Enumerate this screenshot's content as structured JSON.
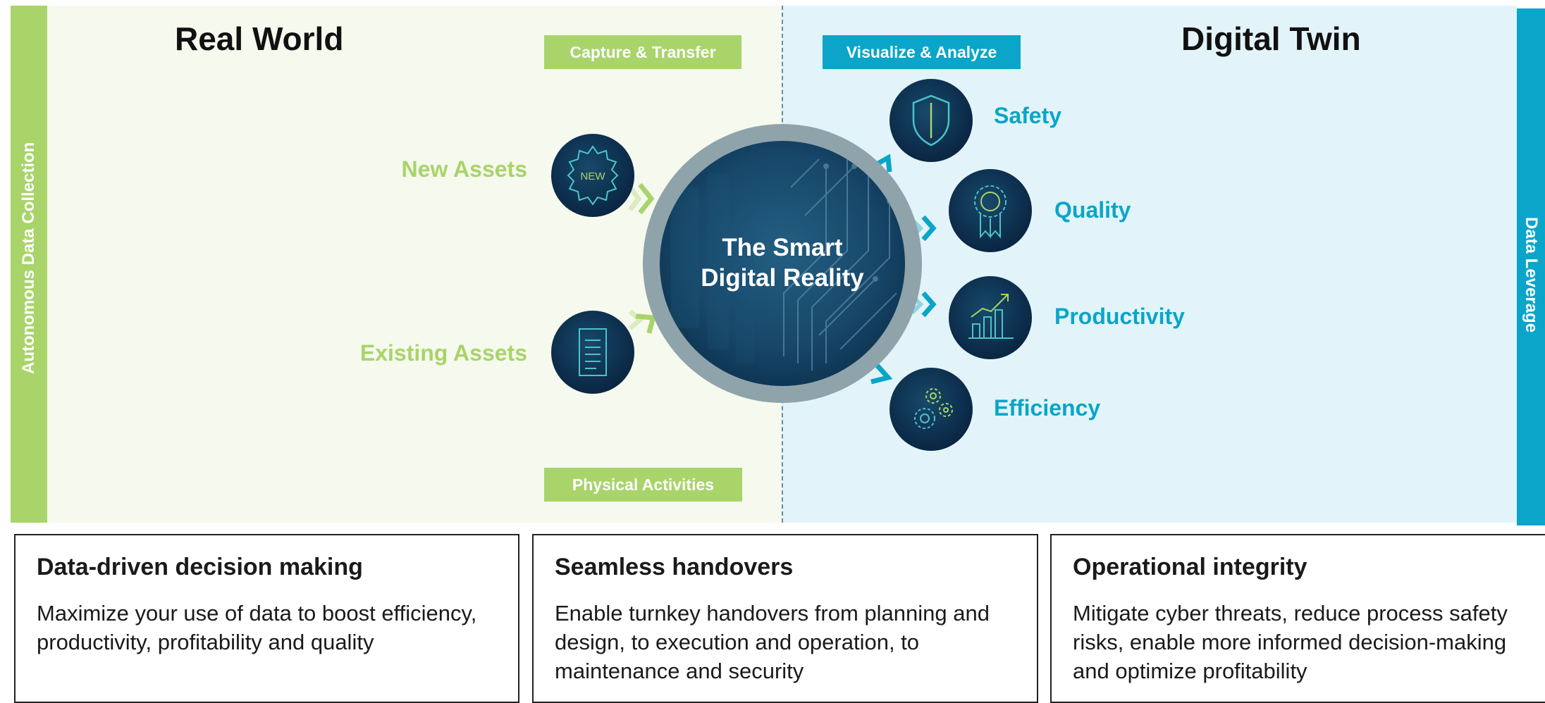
{
  "diagram": {
    "left_side_title": "Real World",
    "right_side_title": "Digital Twin",
    "left_vertical_label": "Autonomous Data Collection",
    "right_vertical_label": "Data Leverage",
    "tags": {
      "capture": "Capture & Transfer",
      "visualize": "Visualize & Analyze",
      "physical": "Physical Activities"
    },
    "center": {
      "line1": "The Smart",
      "line2": "Digital Reality"
    },
    "inputs": [
      {
        "label": "New Assets",
        "icon": "new-badge-icon",
        "icon_text": "NEW"
      },
      {
        "label": "Existing Assets",
        "icon": "document-icon"
      }
    ],
    "outputs": [
      {
        "label": "Safety",
        "icon": "shield-icon"
      },
      {
        "label": "Quality",
        "icon": "award-ribbon-icon"
      },
      {
        "label": "Productivity",
        "icon": "growth-chart-icon"
      },
      {
        "label": "Efficiency",
        "icon": "gears-icon"
      }
    ],
    "colors": {
      "green": "#a8d46a",
      "teal": "#0aa5c9",
      "navy": "#0c2c4a",
      "left_bg": "#f6f9ee",
      "right_bg": "#e2f4fa"
    }
  },
  "cards": [
    {
      "title": "Data-driven decision making",
      "body": "Maximize your use of data to boost efficiency, productivity, profitability and quality"
    },
    {
      "title": "Seamless handovers",
      "body": "Enable turnkey handovers from planning and design, to execution and operation, to maintenance and security"
    },
    {
      "title": "Operational integrity",
      "body": "Mitigate cyber threats, reduce process safety risks, enable more informed decision-making and optimize profitability"
    }
  ]
}
